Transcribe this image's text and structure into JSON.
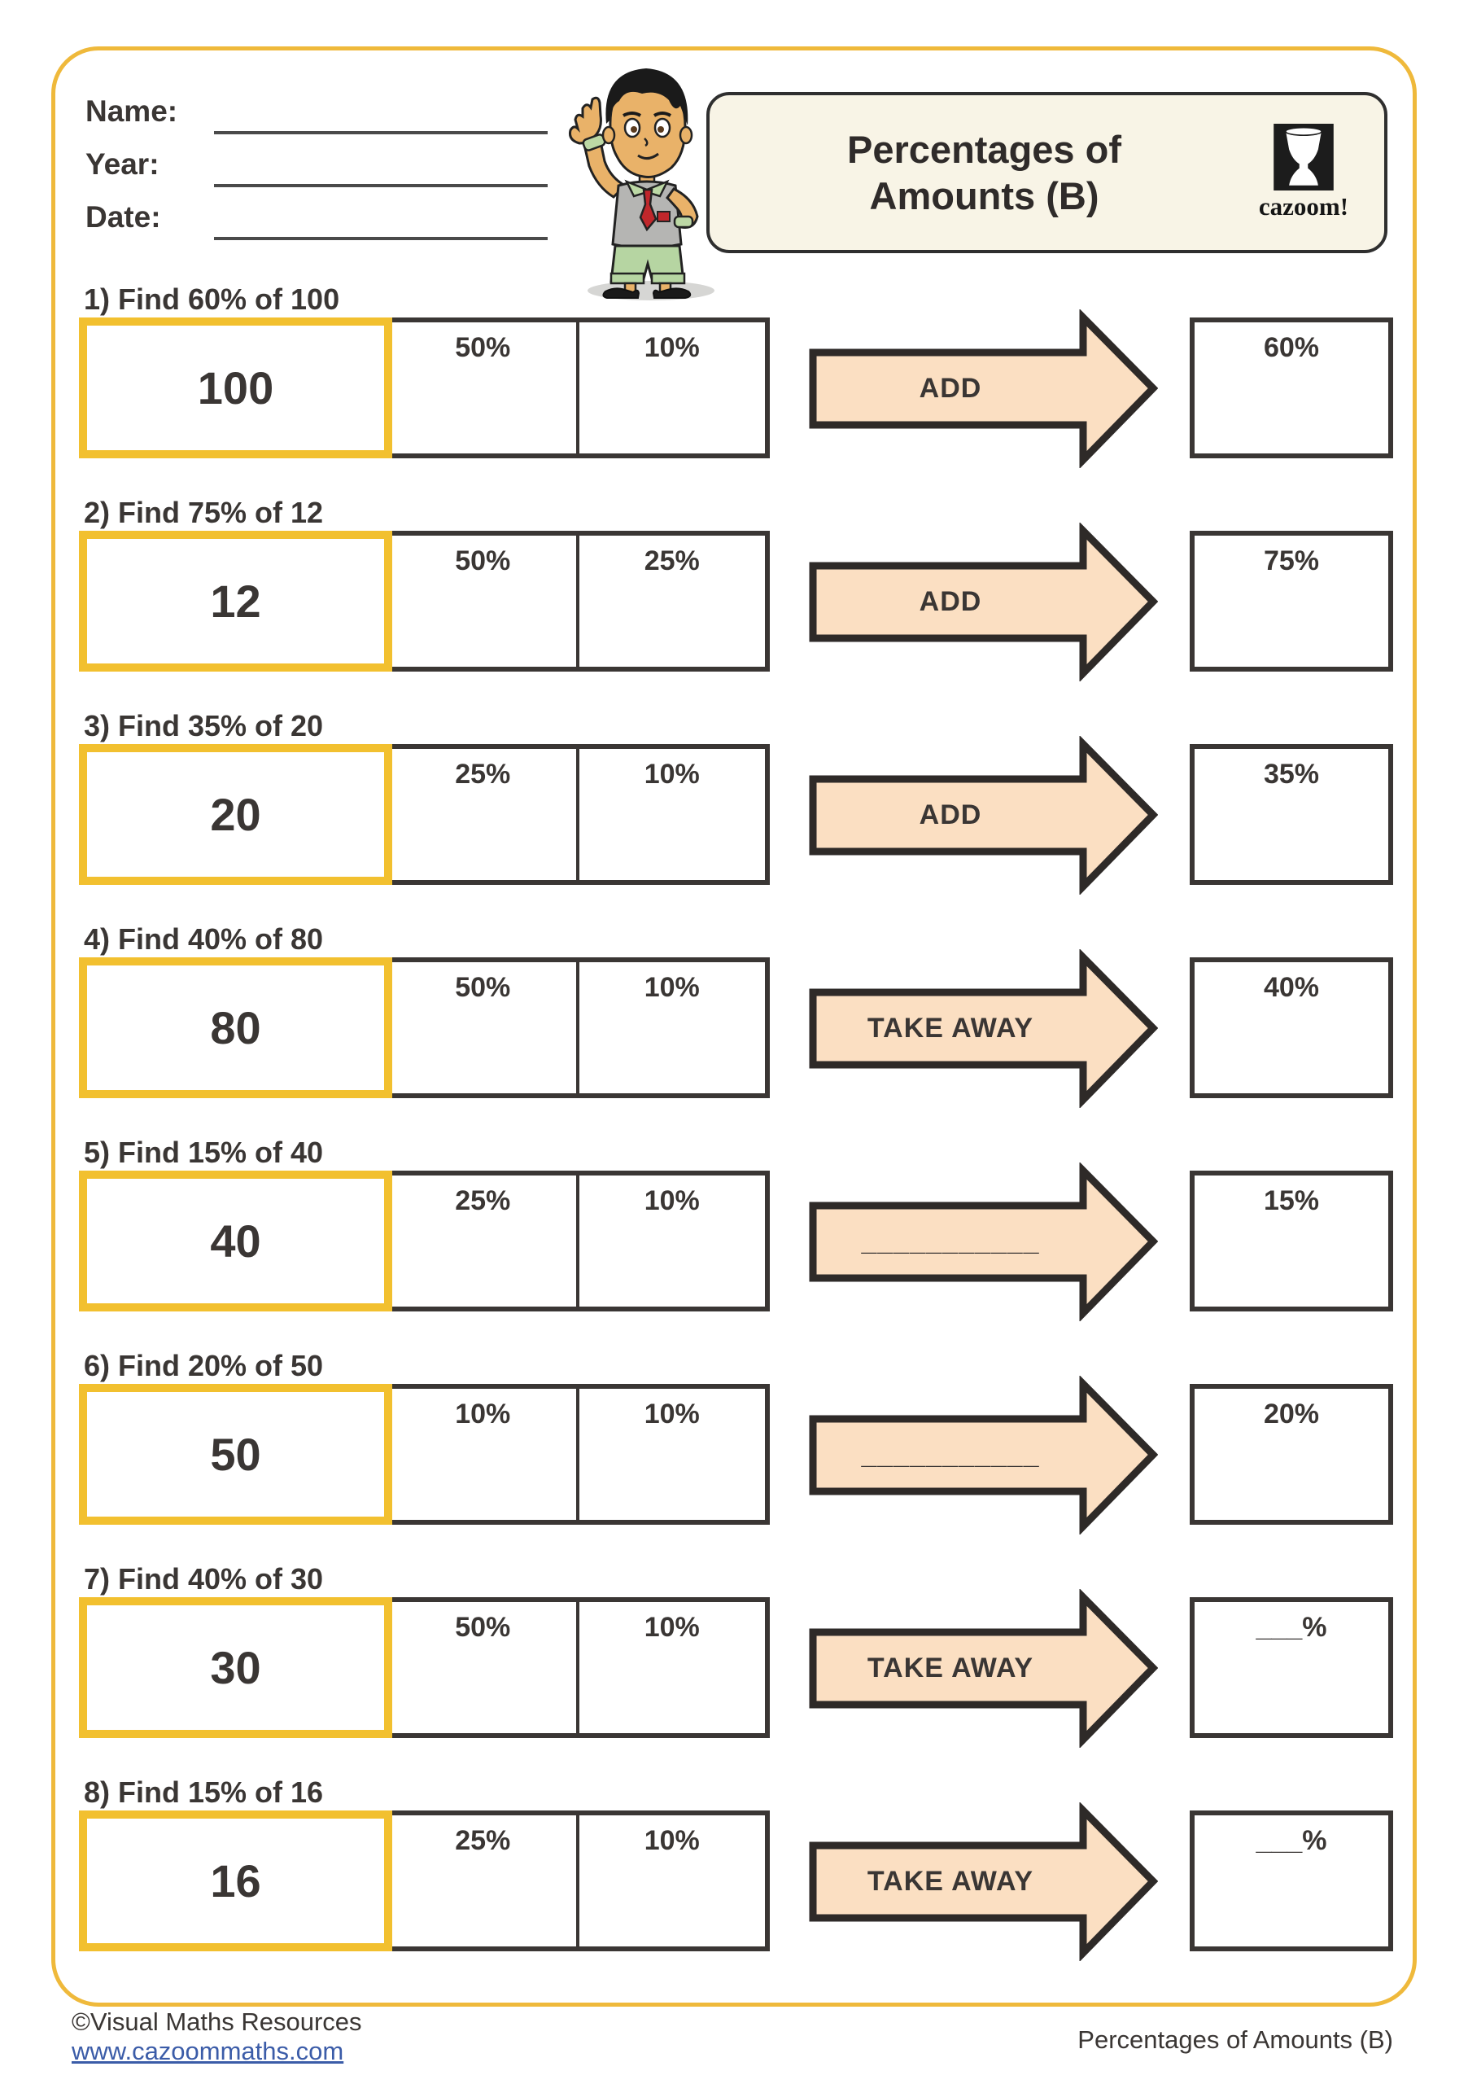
{
  "page": {
    "frame_color": "#EFB93B",
    "box_border_yellow": "#F2C02F",
    "arrow_fill_peach": "#FBDFC2",
    "ink_color": "#3A3634",
    "title_box_bg": "#F8F4E6",
    "link_color": "#3B5CA8"
  },
  "header": {
    "fields": [
      {
        "label": "Name:"
      },
      {
        "label": "Year:"
      },
      {
        "label": "Date:"
      }
    ],
    "title": {
      "line1": "Percentages of",
      "line2": "Amounts (B)"
    },
    "logo": {
      "text": "cazoom!",
      "icon": "djembe-drum"
    }
  },
  "questions": [
    {
      "label": "1) Find 60% of 100",
      "amount": "100",
      "cell1": "50%",
      "cell2": "10%",
      "arrow": "ADD",
      "result": "60%"
    },
    {
      "label": "2) Find 75% of 12",
      "amount": "12",
      "cell1": "50%",
      "cell2": "25%",
      "arrow": "ADD",
      "result": "75%"
    },
    {
      "label": "3) Find 35% of 20",
      "amount": "20",
      "cell1": "25%",
      "cell2": "10%",
      "arrow": "ADD",
      "result": "35%"
    },
    {
      "label": "4) Find 40% of 80",
      "amount": "80",
      "cell1": "50%",
      "cell2": "10%",
      "arrow": "TAKE AWAY",
      "result": "40%"
    },
    {
      "label": "5) Find 15% of 40",
      "amount": "40",
      "cell1": "25%",
      "cell2": "10%",
      "arrow": "___________",
      "result": "15%"
    },
    {
      "label": "6) Find 20% of 50",
      "amount": "50",
      "cell1": "10%",
      "cell2": "10%",
      "arrow": "___________",
      "result": "20%"
    },
    {
      "label": "7) Find 40% of 30",
      "amount": "30",
      "cell1": "50%",
      "cell2": "10%",
      "arrow": "TAKE AWAY",
      "result": "___%"
    },
    {
      "label": "8) Find 15% of 16",
      "amount": "16",
      "cell1": "25%",
      "cell2": "10%",
      "arrow": "TAKE AWAY",
      "result": "___%"
    }
  ],
  "footer": {
    "copyright": "©Visual Maths Resources",
    "website": "www.cazoommaths.com",
    "doc_title": "Percentages of Amounts (B)"
  }
}
